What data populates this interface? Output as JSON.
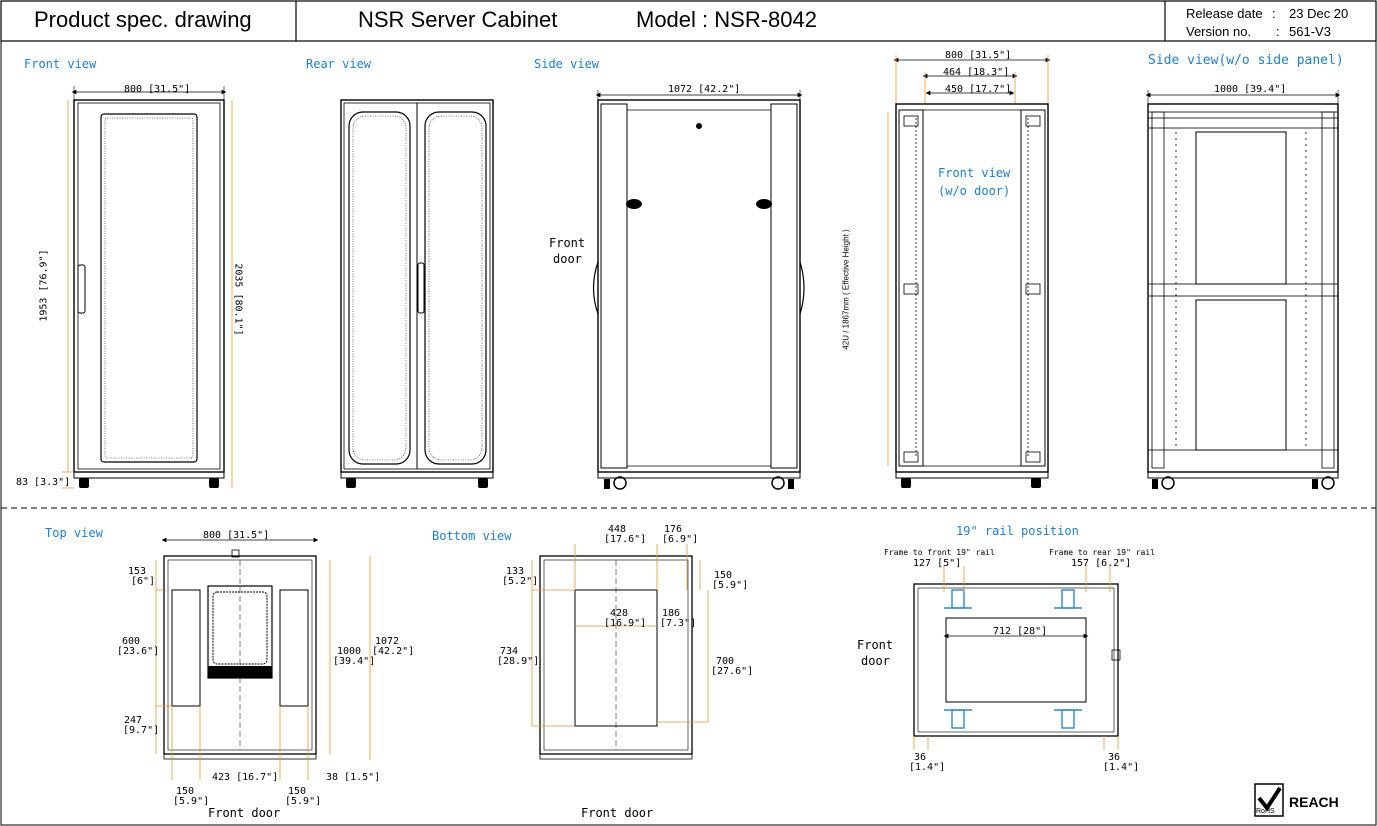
{
  "header": {
    "title": "Product spec. drawing",
    "product": "NSR Server Cabinet",
    "model": "Model : NSR-8042",
    "release_label": "Release date",
    "release_colon": ":",
    "release_value": "23 Dec 20",
    "version_label": "Version no.",
    "version_colon": ":",
    "version_value": "561-V3"
  },
  "views": {
    "front": {
      "title": "Front view",
      "width": "800 [31.5\"]",
      "height_door": "1953 [76.9\"]",
      "height_total": "2035 [80.1\"]",
      "base": "83 [3.3\"]"
    },
    "rear": {
      "title": "Rear view"
    },
    "side": {
      "title": "Side view",
      "depth": "1072 [42.2\"]",
      "front_door_l1": "Front",
      "front_door_l2": "door"
    },
    "front_nodoor": {
      "width_outer": "800 [31.5\"]",
      "width_mid": "464 [18.3\"]",
      "width_inner": "450 [17.7\"]",
      "label_l1": "Front view",
      "label_l2": "(w/o door)",
      "effective": "42U / 1867mm ( Effective Height )"
    },
    "side_nopanel": {
      "title": "Side view(w/o side panel)",
      "depth": "1000 [39.4\"]"
    },
    "top": {
      "title": "Top view",
      "width": "800 [31.5\"]",
      "d153a": "153",
      "d153b": "[6\"]",
      "d600a": "600",
      "d600b": "[23.6\"]",
      "d247a": "247",
      "d247b": "[9.7\"]",
      "d1000a": "1000",
      "d1000b": "[39.4\"]",
      "d1072a": "1072",
      "d1072b": "[42.2\"]",
      "d423": "423 [16.7\"]",
      "d38": "38 [1.5\"]",
      "d150la": "150",
      "d150lb": "[5.9\"]",
      "d150ra": "150",
      "d150rb": "[5.9\"]",
      "front_door": "Front door"
    },
    "bottom": {
      "title": "Bottom view",
      "d448a": "448",
      "d448b": "[17.6\"]",
      "d176a": "176",
      "d176b": "[6.9\"]",
      "d133a": "133",
      "d133b": "[5.2\"]",
      "d150a": "150",
      "d150b": "[5.9\"]",
      "d428a": "428",
      "d428b": "[16.9\"]",
      "d186a": "186",
      "d186b": "[7.3\"]",
      "d734a": "734",
      "d734b": "[28.9\"]",
      "d700a": "700",
      "d700b": "[27.6\"]",
      "front_door": "Front door"
    },
    "rail": {
      "title": "19\" rail position",
      "front_label": "Frame to front 19\" rail",
      "rear_label": "Frame to rear 19\" rail",
      "d127": "127 [5\"]",
      "d157": "157 [6.2\"]",
      "d712": "712 [28\"]",
      "d36la": "36",
      "d36lb": "[1.4\"]",
      "d36ra": "36",
      "d36rb": "[1.4\"]",
      "front_door_l1": "Front",
      "front_door_l2": "door"
    }
  },
  "badges": {
    "rohs": "RoHS",
    "reach": "REACH"
  },
  "colors": {
    "accent": "#1e7fd0",
    "dim": "#e8962e",
    "rail": "#2a8ad6"
  }
}
